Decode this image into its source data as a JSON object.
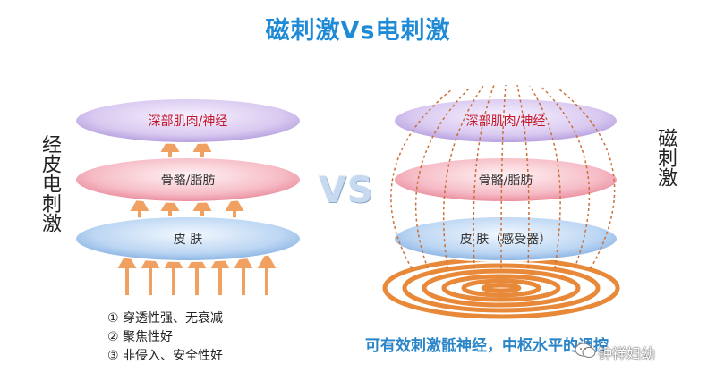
{
  "title": "磁刺激Vs电刺激",
  "left": {
    "side_label": "经皮电刺激",
    "layers": [
      "深部肌肉/神经",
      "骨骼/脂肪",
      "皮 肤"
    ],
    "features": [
      "①  穿透性强、无衰减",
      "②  聚焦性好",
      "③  非侵入、安全性好"
    ]
  },
  "vs": "VS",
  "right": {
    "side_label": "磁刺激",
    "layers": [
      "深部肌肉/神经",
      "骨骼/脂肪",
      "皮 肤（感受器）"
    ],
    "caption": "可有效刺激骶神经，中枢水平的调控"
  },
  "watermark": "钟祥妇幼",
  "colors": {
    "title": "#1f8bd6",
    "top_layer": "#c9b7e6",
    "mid_layer": "#f2a6b2",
    "skin_layer": "#a9c9ee",
    "arrow": "#f0a060",
    "coil": "#e8893a"
  }
}
